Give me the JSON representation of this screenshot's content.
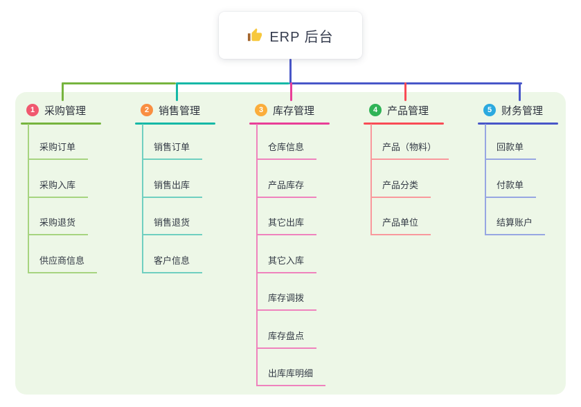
{
  "canvas": {
    "page_bg": "#ffffff",
    "panel_bg": "#edf7e7"
  },
  "root": {
    "icon": "thumbs-up-icon",
    "label": "ERP 后台",
    "connector_color": "#4856c8"
  },
  "branches": [
    {
      "index": "1",
      "label": "采购管理",
      "badge_color": "#f0586f",
      "line_color": "#76b43e",
      "sub_line_color": "#a6d47f",
      "children": [
        "采购订单",
        "采购入库",
        "采购退货",
        "供应商信息"
      ]
    },
    {
      "index": "2",
      "label": "销售管理",
      "badge_color": "#f98e41",
      "line_color": "#14b8a6",
      "sub_line_color": "#6fcfc0",
      "children": [
        "销售订单",
        "销售出库",
        "销售退货",
        "客户信息"
      ]
    },
    {
      "index": "3",
      "label": "库存管理",
      "badge_color": "#fbad3b",
      "line_color": "#e83e97",
      "sub_line_color": "#ef82bd",
      "children": [
        "仓库信息",
        "产品库存",
        "其它出库",
        "其它入库",
        "库存调拨",
        "库存盘点",
        "出库库明细"
      ]
    },
    {
      "index": "4",
      "label": "产品管理",
      "badge_color": "#2fb356",
      "line_color": "#f94b55",
      "sub_line_color": "#f9989c",
      "children": [
        "产品（物料）",
        "产品分类",
        "产品单位"
      ]
    },
    {
      "index": "5",
      "label": "财务管理",
      "badge_color": "#2ba9df",
      "line_color": "#4856c8",
      "sub_line_color": "#97a6e2",
      "children": [
        "回款单",
        "付款单",
        "结算账户"
      ]
    }
  ]
}
